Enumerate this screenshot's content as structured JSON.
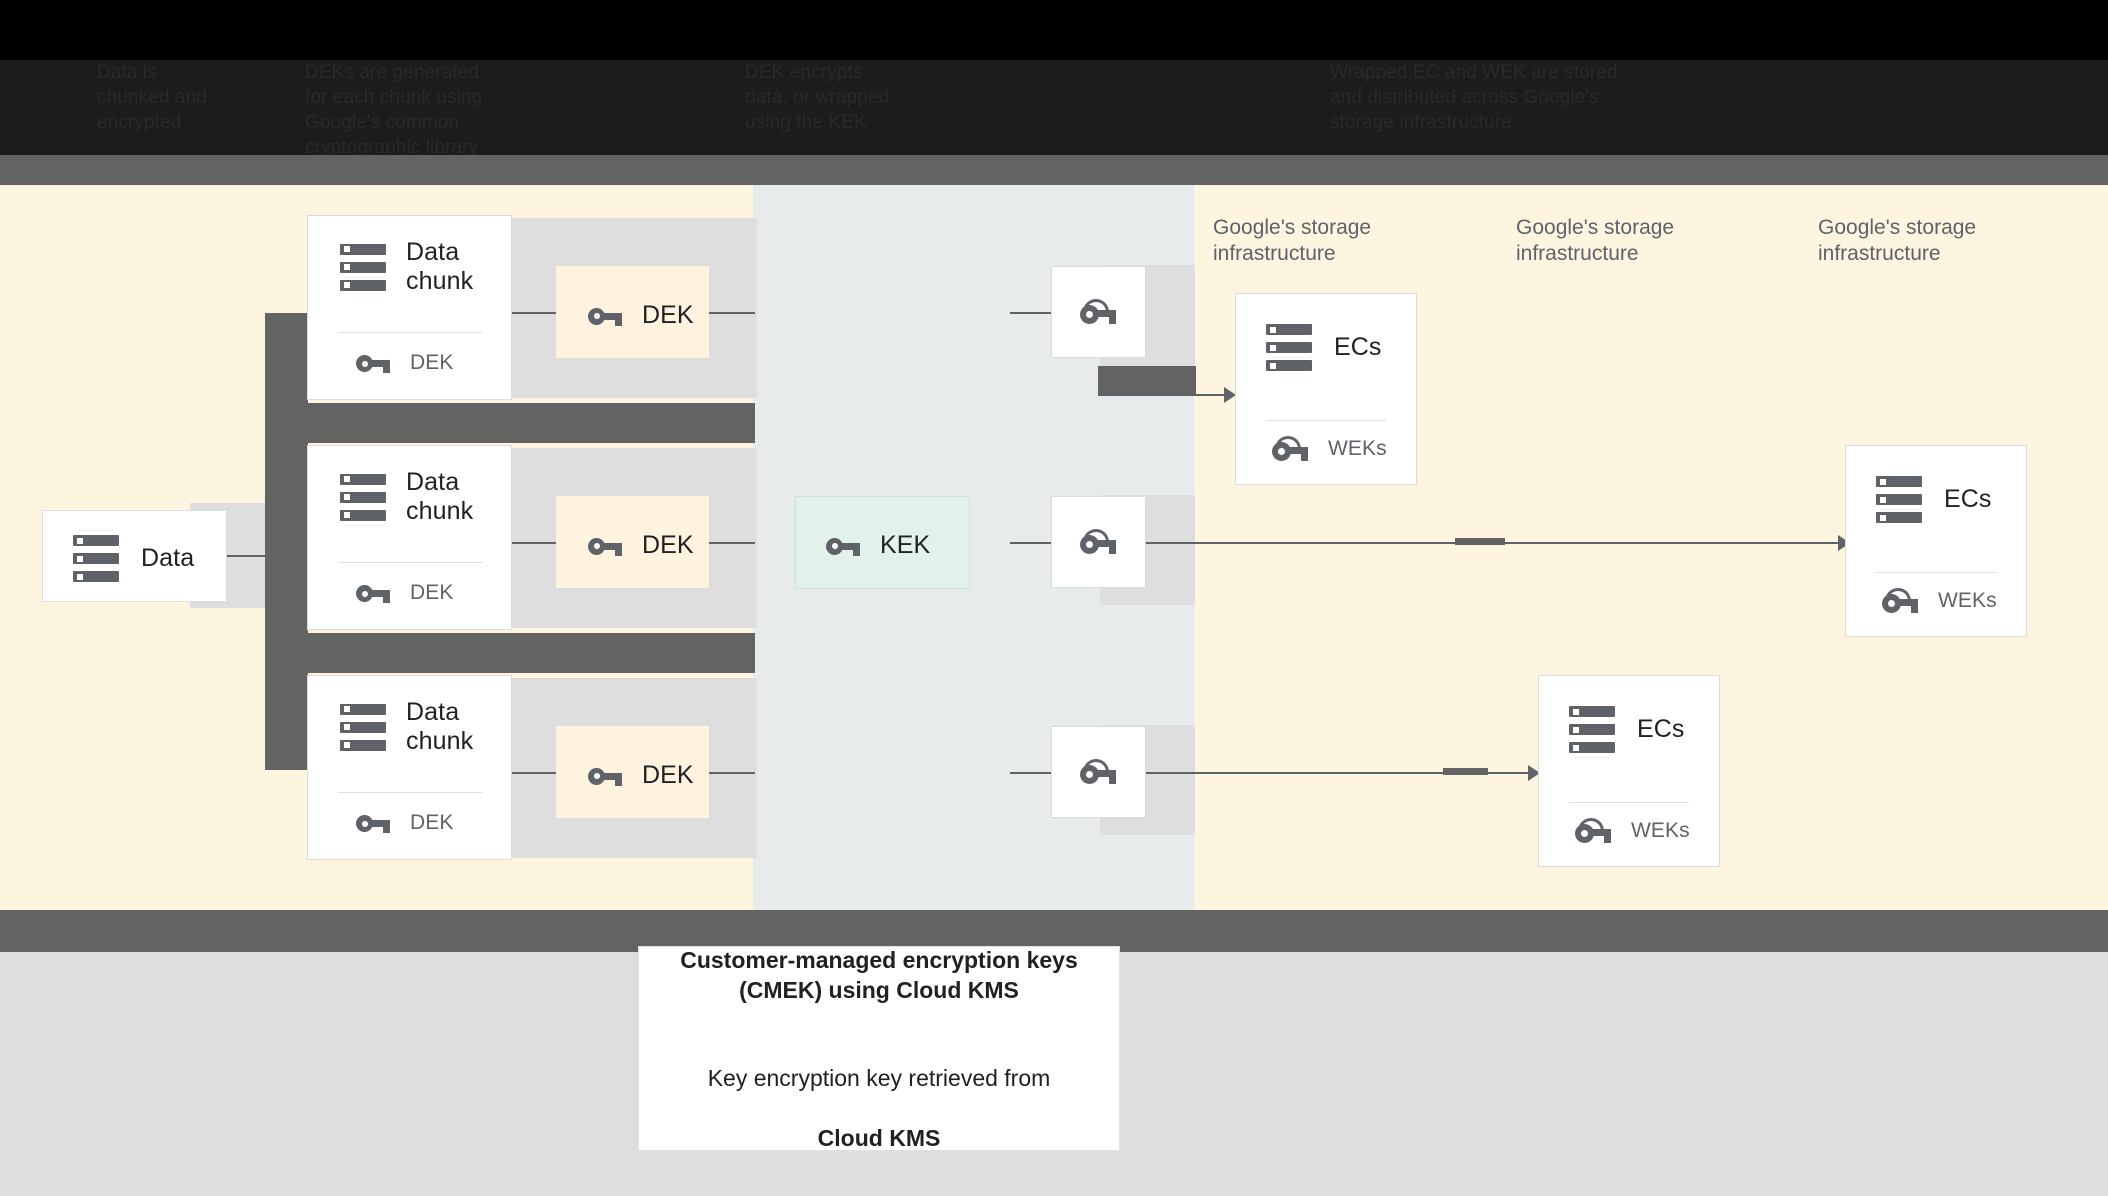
{
  "header": {
    "legend": [
      {
        "text": "Data is\nchunked and\nencrypted"
      },
      {
        "text": "DEKs are generated\nfor each chunk using\nGoogle's common\ncryptographic library"
      },
      {
        "text": "DEK encrypts\ndata, or wrapped\nusing the KEK"
      },
      {
        "text": "Wrapped EC and WEK are stored\nand distributed across Google's\nstorage infrastructure"
      }
    ]
  },
  "diagram": {
    "source_box": {
      "title": "Data"
    },
    "chunks": [
      {
        "title": "Data\nchunk",
        "key_label": "DEK"
      },
      {
        "title": "Data\nchunk",
        "key_label": "DEK"
      },
      {
        "title": "Data\nchunk",
        "key_label": "DEK"
      }
    ],
    "deks": [
      {
        "label": "DEK"
      },
      {
        "label": "DEK"
      },
      {
        "label": "DEK"
      }
    ],
    "kek": {
      "label": "KEK"
    },
    "wrapped_keys": [
      {
        "icon": "wrapped-key-icon"
      },
      {
        "icon": "wrapped-key-icon"
      },
      {
        "icon": "wrapped-key-icon"
      }
    ],
    "storage_labels": [
      {
        "text": "Google's storage\ninfrastructure"
      },
      {
        "text": "Google's storage\ninfrastructure"
      },
      {
        "text": "Google's storage\ninfrastructure"
      }
    ],
    "ec_boxes": [
      {
        "title": "ECs",
        "key_label": "WEKs"
      },
      {
        "title": "ECs",
        "key_label": "WEKs"
      },
      {
        "title": "ECs",
        "key_label": "WEKs"
      }
    ]
  },
  "caption": {
    "line1": "Customer-managed encryption keys\n(CMEK) using Cloud KMS",
    "line2_prefix": "Key encryption key retrieved from",
    "line2_bold": "Cloud KMS"
  },
  "colors": {
    "cream": "#fdf5e0",
    "bluegray": "#e8ebec",
    "dark_gray": "#636363",
    "light_gray": "#dedede",
    "kek_green": "#e2f1ea",
    "dek_yellow": "#fdf3de",
    "icon_gray": "#5f6368",
    "text_dark": "#202124"
  }
}
